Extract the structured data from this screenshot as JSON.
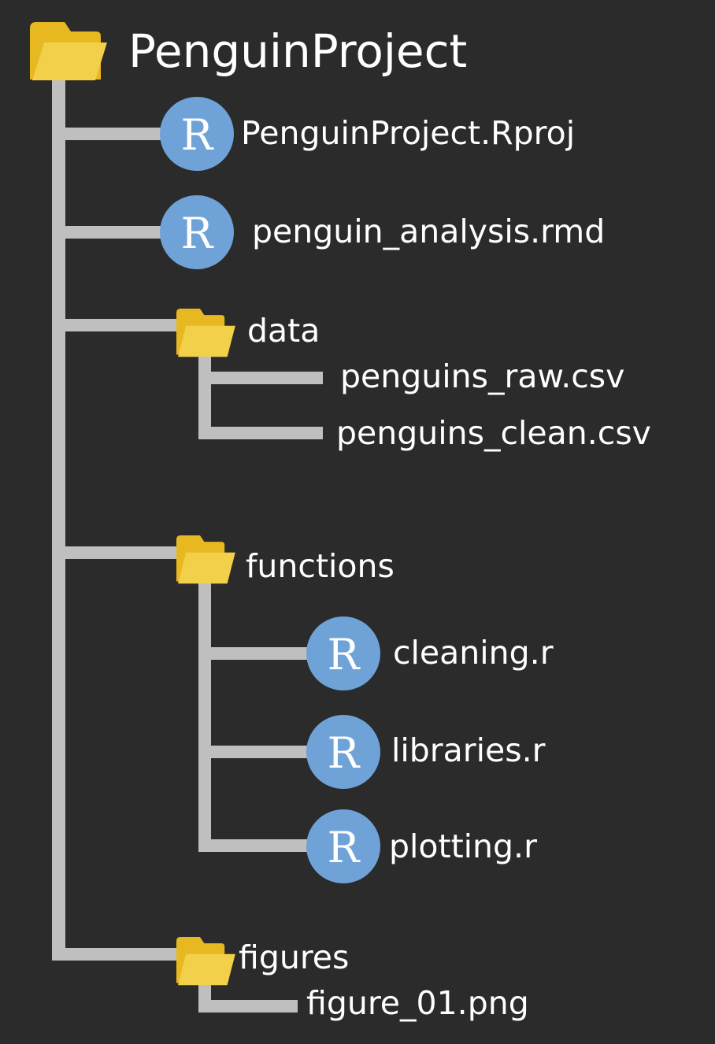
{
  "root": {
    "label": "PenguinProject",
    "icon": "folder-icon"
  },
  "items": [
    {
      "label": "PenguinProject.Rproj",
      "icon": "r-logo-icon"
    },
    {
      "label": "penguin_analysis.rmd",
      "icon": "r-logo-icon"
    },
    {
      "label": "data",
      "icon": "folder-icon",
      "children": [
        {
          "label": "penguins_raw.csv"
        },
        {
          "label": "penguins_clean.csv"
        }
      ]
    },
    {
      "label": "functions",
      "icon": "folder-icon",
      "children": [
        {
          "label": "cleaning.r",
          "icon": "r-logo-icon"
        },
        {
          "label": "libraries.r",
          "icon": "r-logo-icon"
        },
        {
          "label": "plotting.r",
          "icon": "r-logo-icon"
        }
      ]
    },
    {
      "label": "figures",
      "icon": "folder-icon",
      "children": [
        {
          "label": "figure_01.png"
        }
      ]
    }
  ],
  "icon_glyph": "R",
  "colors": {
    "background": "#2b2b2b",
    "connector": "#bfbfbf",
    "r_logo": "#6fa3d8",
    "folder_back": "#e8b820",
    "folder_front": "#f2d04a",
    "text": "#ffffff"
  }
}
